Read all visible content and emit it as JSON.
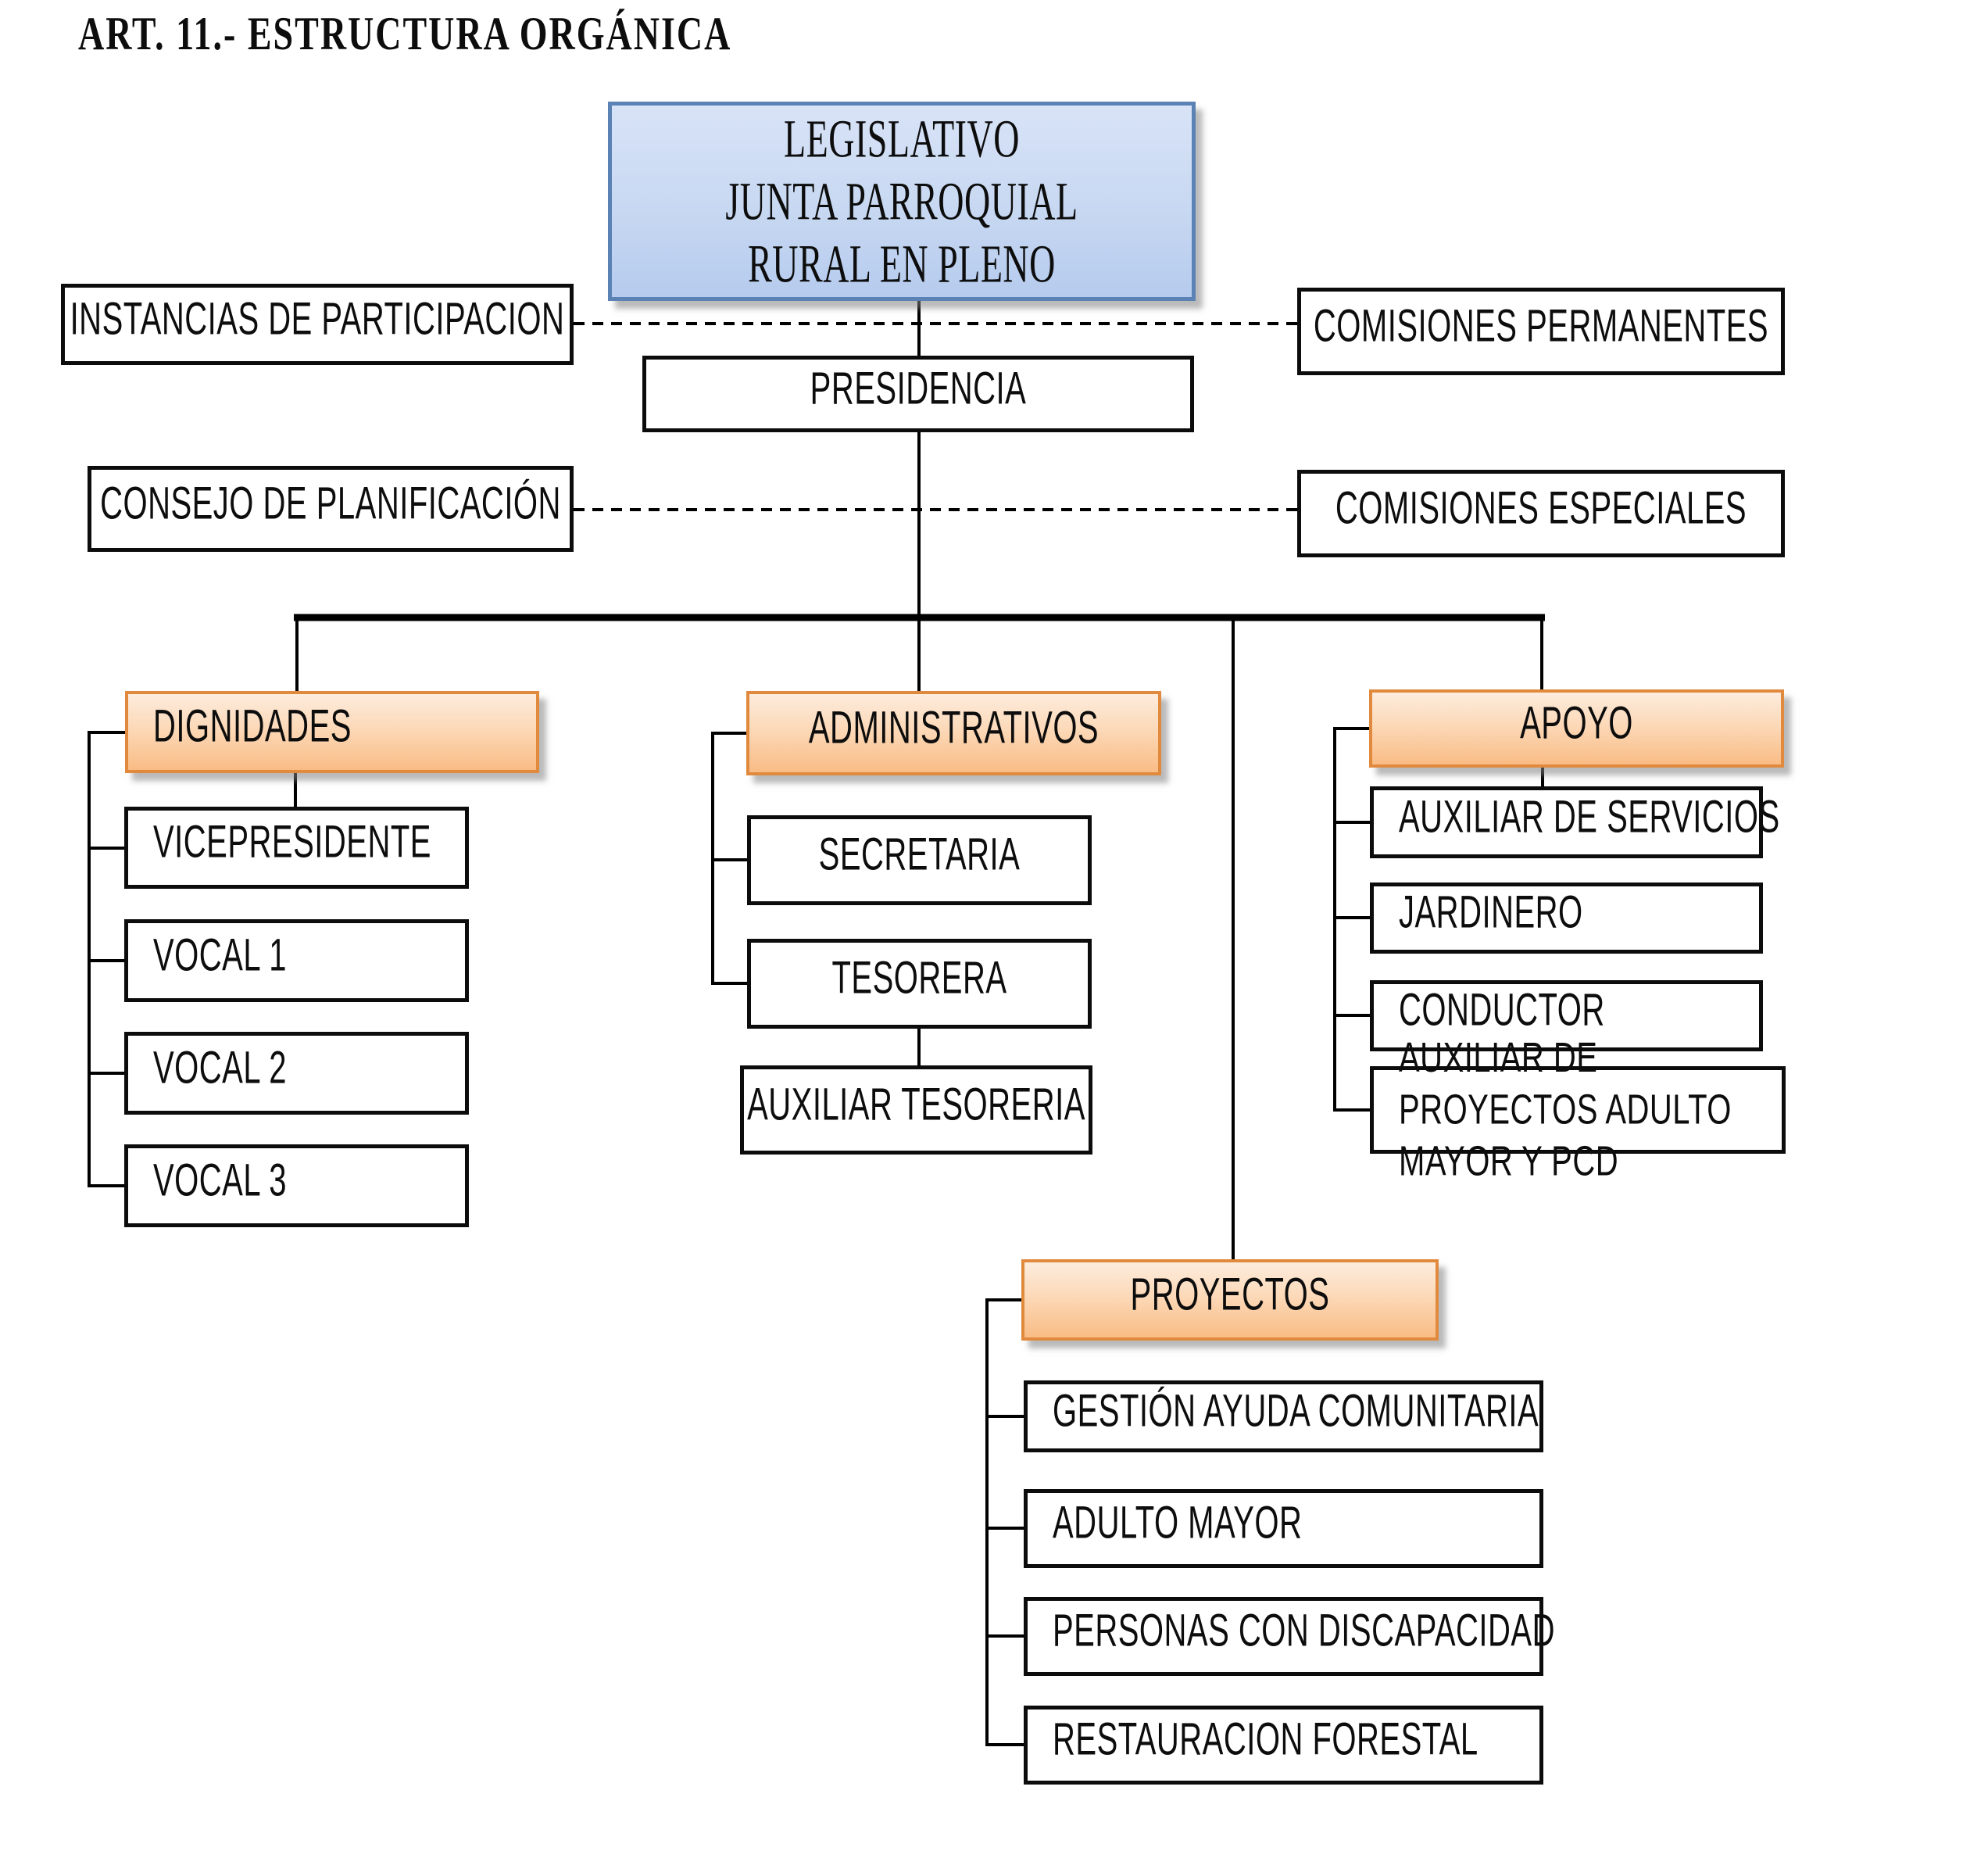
{
  "title": "ART. 11.- ESTRUCTURA ORGÁNICA",
  "org": {
    "legislativo_lines": [
      "LEGISLATIVO",
      "JUNTA PARROQUIAL",
      "RURAL EN PLENO"
    ],
    "instancias": "INSTANCIAS DE PARTICIPACION",
    "comisiones_permanentes": "COMISIONES PERMANENTES",
    "presidencia": "PRESIDENCIA",
    "consejo": "CONSEJO DE PLANIFICACIÓN",
    "comisiones_especiales": "COMISIONES ESPECIALES",
    "dignidades": "DIGNIDADES",
    "dignidades_children": [
      "VICEPRESIDENTE",
      "VOCAL 1",
      "VOCAL 2",
      "VOCAL 3"
    ],
    "administrativos": "ADMINISTRATIVOS",
    "administrativos_children": [
      "SECRETARIA",
      "TESORERA"
    ],
    "auxiliar_tesoreria": "AUXILIAR TESORERIA",
    "apoyo": "APOYO",
    "apoyo_children": [
      "AUXILIAR DE SERVICIOS",
      "JARDINERO",
      "CONDUCTOR",
      "AUXILIAR DE PROYECTOS ADULTO MAYOR Y PCD"
    ],
    "proyectos": "PROYECTOS",
    "proyectos_children": [
      "GESTIÓN AYUDA COMUNITARIA",
      "ADULTO MAYOR",
      "PERSONAS CON DISCAPACIDAD",
      "RESTAURACION FORESTAL"
    ]
  },
  "colors": {
    "blue_border": "#5b82b5",
    "blue_fill_top": "#d8e3f7",
    "blue_fill_bottom": "#b6cbee",
    "orange_border": "#e18a3e",
    "orange_fill_top": "#fdecdd",
    "orange_fill_bottom": "#f9bc85",
    "connector": "#000000"
  }
}
